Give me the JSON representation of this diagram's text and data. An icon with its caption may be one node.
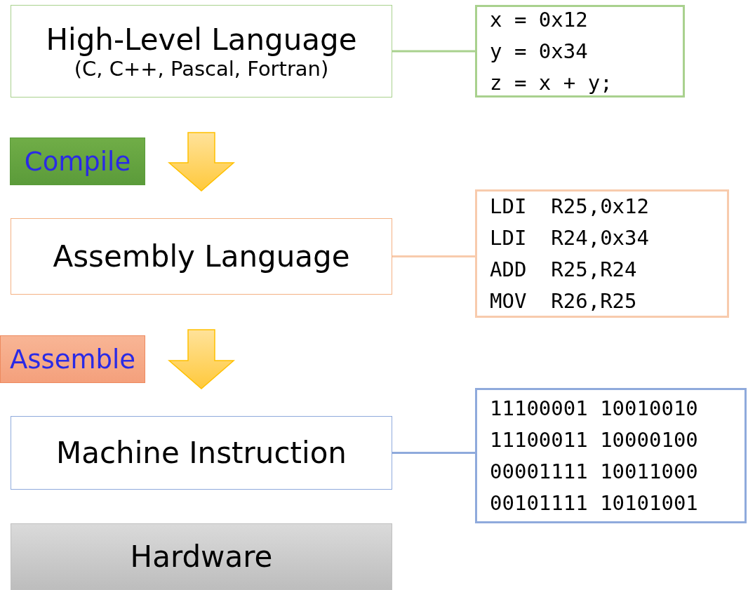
{
  "diagram": {
    "nodes": [
      {
        "text": [
          "High-Level Language",
          "(C, C++, Pascal, Fortran)"
        ]
      },
      {
        "text": [
          "x = 0x12",
          "y = 0x34",
          "z = x + y;"
        ]
      },
      {
        "text": [
          "Compile"
        ]
      },
      {
        "text": [
          "Assembly Language"
        ]
      },
      {
        "text": [
          "LDI  R25,0x12",
          "LDI  R24,0x34",
          "ADD  R25,R24",
          "MOV  R26,R25"
        ]
      },
      {
        "text": [
          "Assemble"
        ]
      },
      {
        "text": [
          "Machine Instruction"
        ]
      },
      {
        "text": [
          "11100001 10010010",
          "11100011 10000100",
          "00001111 10011000",
          "00101111 10101001"
        ]
      },
      {
        "text": [
          "Hardware"
        ]
      }
    ],
    "edges": [
      {
        "from": 0,
        "to": 1,
        "arrow": "none",
        "color": "#a9d18e"
      },
      {
        "from": 0,
        "to": 3,
        "arrow": "to",
        "style": "thick",
        "color": "#ffc000"
      },
      {
        "from": 3,
        "to": 4,
        "arrow": "none",
        "color": "#f8cbad"
      },
      {
        "from": 3,
        "to": 6,
        "arrow": "to",
        "style": "thick",
        "color": "#ffc000"
      },
      {
        "from": 6,
        "to": 7,
        "arrow": "none",
        "color": "#8faadc"
      }
    ]
  }
}
